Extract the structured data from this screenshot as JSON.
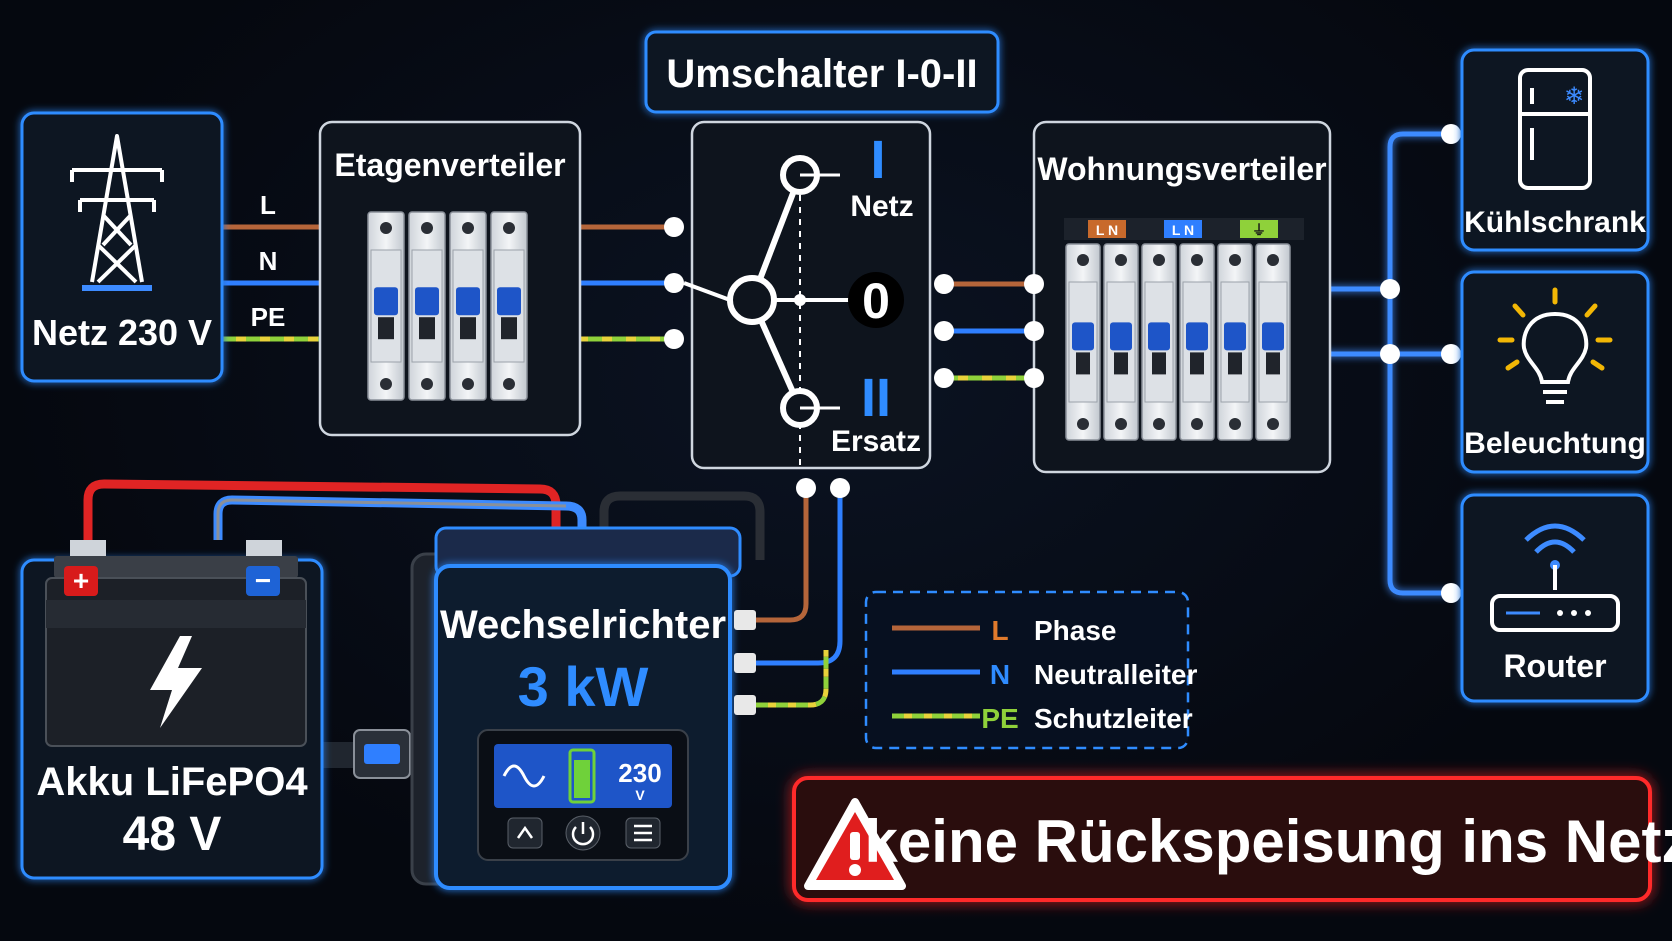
{
  "switch_title": "Umschalter I-0-II",
  "grid": {
    "label": "Netz 230 V"
  },
  "line_tags": {
    "l": "L",
    "n": "N",
    "pe": "PE"
  },
  "etagenverteiler": {
    "title": "Etagenverteiler"
  },
  "changeover": {
    "pos1": "I",
    "pos1_label": "Netz",
    "pos0": "0",
    "pos2": "II",
    "pos2_label": "Ersatz"
  },
  "wohnungsverteiler": {
    "title": "Wohnungsverteiler",
    "terminal_ln_a": "L N",
    "terminal_ln_b": "L N",
    "terminal_pe": "⏚"
  },
  "loads": [
    {
      "label": "Kühlschrank",
      "icon": "fridge-icon"
    },
    {
      "label": "Beleuchtung",
      "icon": "lightbulb-icon"
    },
    {
      "label": "Router",
      "icon": "router-icon"
    }
  ],
  "battery": {
    "label_line1": "Akku LiFePO4",
    "label_line2": "48 V",
    "plus": "+",
    "minus": "−"
  },
  "inverter": {
    "title": "Wechselrichter",
    "power": "3 kW",
    "display_value": "230",
    "display_unit": "V"
  },
  "legend": [
    {
      "tag": "L",
      "text": "Phase",
      "color": "#b5653a"
    },
    {
      "tag": "N",
      "text": "Neutralleiter",
      "color": "#2f7fff"
    },
    {
      "tag": "PE",
      "text": "Schutzleiter",
      "color": "#8fd13a"
    }
  ],
  "warning": {
    "text": "keine Rückspeisung ins Netz"
  },
  "colors": {
    "accent_blue": "#2f8cff",
    "phase": "#b5653a",
    "neutral": "#2f7fff",
    "pe_green": "#8fd13a",
    "pe_yellow": "#e8d23a",
    "warning_red": "#e01e1e"
  }
}
